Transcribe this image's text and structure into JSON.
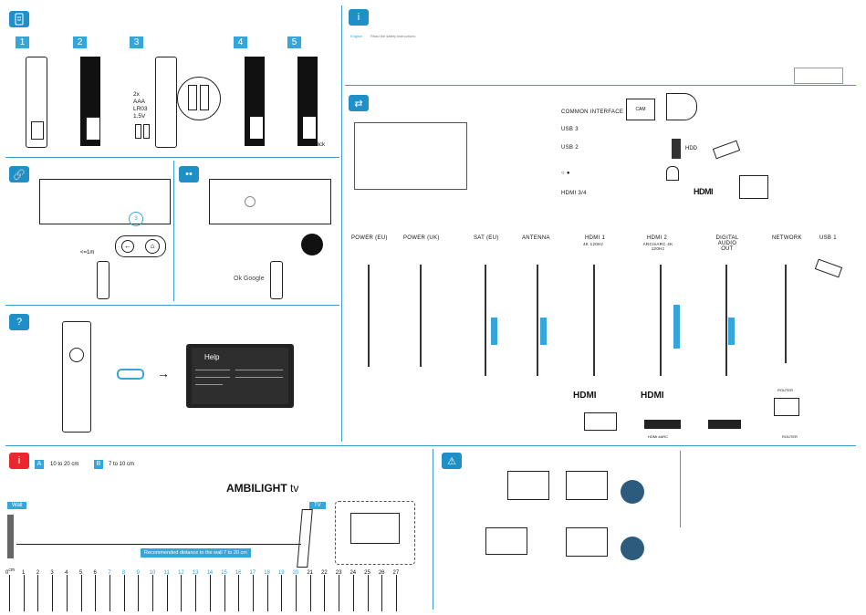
{
  "batteries": {
    "steps": [
      "1",
      "2",
      "3",
      "4",
      "5"
    ],
    "spec": [
      "2x",
      "AAA",
      "LR03",
      "1.5V"
    ],
    "click": "Click"
  },
  "safety": {
    "language": "English",
    "text": "Read the safety instructions"
  },
  "pairing": {
    "distance": "<=1m",
    "timer": "3"
  },
  "google": {
    "ok_google": "Ok Google"
  },
  "help": {
    "title": "Help"
  },
  "connections": {
    "top_ports": [
      "COMMON INTERFACE",
      "USB 3",
      "USB 2",
      "",
      "HDMI 3/4"
    ],
    "cam": "CAM",
    "hdd": "HDD",
    "hdmi_logo": "HDMI",
    "bottom_ports": [
      {
        "name": "POWER (EU)",
        "sub": ""
      },
      {
        "name": "POWER (UK)",
        "sub": ""
      },
      {
        "name": "SAT (EU)",
        "sub": ""
      },
      {
        "name": "ANTENNA",
        "sub": ""
      },
      {
        "name": "HDMI 1",
        "sub": "4K 120Hz"
      },
      {
        "name": "HDMI 2",
        "sub": "ARC/eARC 4K 120Hz"
      },
      {
        "name": "DIGITAL AUDIO OUT",
        "sub": ""
      },
      {
        "name": "NETWORK",
        "sub": ""
      },
      {
        "name": "USB 1",
        "sub": ""
      }
    ],
    "router": "ROUTER",
    "hdmi_earc": "HDMI eARC"
  },
  "ambilight": {
    "legend_a": "A",
    "legend_a_text": "10 to 20 cm",
    "legend_b": "B",
    "legend_b_text": "7 to 10 cm",
    "title_bold": "AMBILIGHT",
    "title_light": "tv",
    "wall": "Wall",
    "tv": "TV",
    "recommend": "Recommended distance to the wall 7 to 20 cm",
    "unit": "cm",
    "scale": [
      "0",
      "1",
      "2",
      "3",
      "4",
      "5",
      "6",
      "7",
      "8",
      "9",
      "10",
      "11",
      "12",
      "13",
      "14",
      "15",
      "16",
      "17",
      "18",
      "19",
      "20",
      "21",
      "22",
      "23",
      "24",
      "25",
      "26",
      "27"
    ]
  },
  "colors": {
    "accent": "#35a6db",
    "warning": "#e8272f",
    "divider": "#3d9ccd"
  }
}
